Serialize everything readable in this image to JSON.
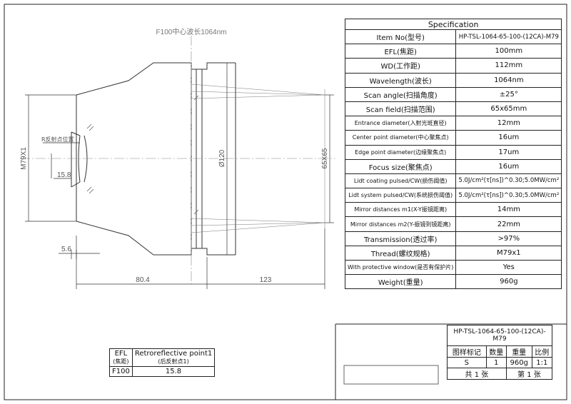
{
  "drawing": {
    "title_label": "F100中心波长1064nm",
    "r_label": "R反射点位置",
    "dims": {
      "m79": "M79X1",
      "d158": "15.8",
      "d56": "5.6",
      "d120": "Ø120",
      "d65": "65X65",
      "d804": "80.4",
      "d123": "123"
    }
  },
  "spec": {
    "header": "Specification",
    "rows": [
      {
        "k": "Item No(型号)",
        "v": "HP-TSL-1064-65-100-(12CA)-M79"
      },
      {
        "k": "EFL(焦距)",
        "v": "100mm"
      },
      {
        "k": "WD(工作距)",
        "v": "112mm"
      },
      {
        "k": "Wavelength(波长)",
        "v": "1064nm"
      },
      {
        "k": "Scan angle(扫描角度)",
        "v": "±25°"
      },
      {
        "k": "Scan field(扫描范围)",
        "v": "65x65mm"
      },
      {
        "k": "Entrance diameter(入射光斑直径)",
        "v": "12mm"
      },
      {
        "k": "Center point diameter(中心聚焦点)",
        "v": "16um"
      },
      {
        "k": "Edge point diameter(边缘聚焦点)",
        "v": "17um"
      },
      {
        "k": "Focus size(聚焦点)",
        "v": "16um"
      },
      {
        "k": "Lidt coating pulsed/CW(损伤阈值)",
        "v": "5.0J/cm²(τ[ns])^0.30;5.0MW/cm²"
      },
      {
        "k": "Lidt system pulsed/CW(系统损伤阈值)",
        "v": "5.0J/cm²(τ[ns])^0.30;5.0MW/cm²"
      },
      {
        "k": "Mirror distances m1(X-Y振镜距离)",
        "v": "14mm"
      },
      {
        "k": "Mirror distances m2(Y-振镜到镜距离)",
        "v": "22mm"
      },
      {
        "k": "Transmission(透过率)",
        "v": ">97%"
      },
      {
        "k": "Thread(螺纹规格)",
        "v": "M79x1"
      },
      {
        "k": "With protective window(是否有保护片)",
        "v": "Yes"
      },
      {
        "k": "Weight(重量)",
        "v": "960g"
      }
    ]
  },
  "titleblock": {
    "name": "HP-TSL-1064-65-100-(12CA)-M79",
    "h_mark": "图样标记",
    "h_qty": "数量",
    "h_weight": "重量",
    "h_scale": "比例",
    "mark": "S",
    "qty": "1",
    "weight": "960g",
    "scale": "1:1",
    "total": "共 1 张",
    "sheet": "第 1 张"
  },
  "efl_table": {
    "h1": "EFL",
    "h1sub": "(焦距)",
    "h2": "Retroreflective point1",
    "h2sub": "(后反射点1)",
    "c1": "F100",
    "c2": "15.8"
  }
}
